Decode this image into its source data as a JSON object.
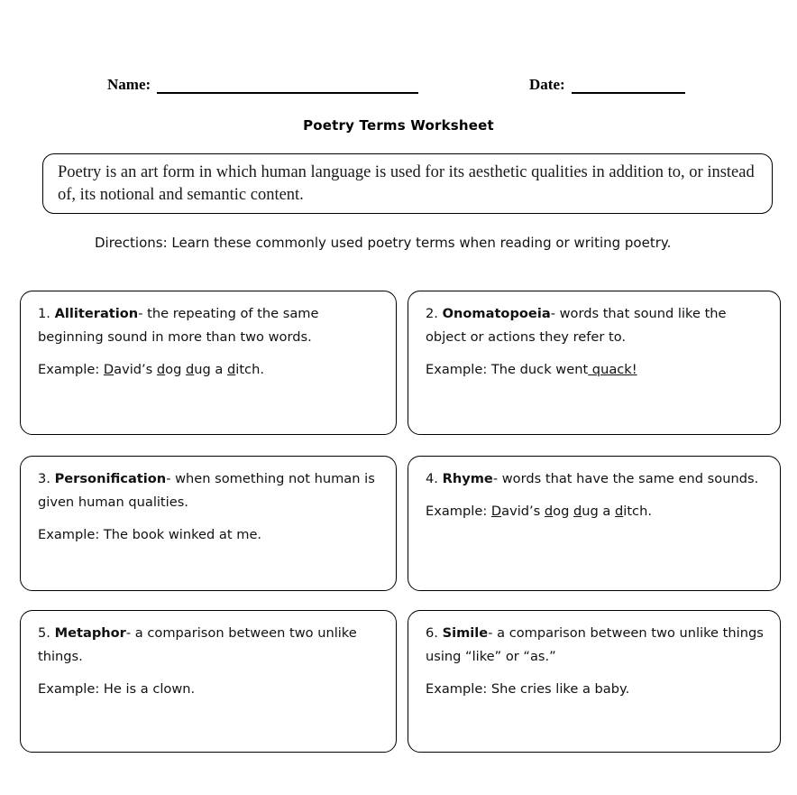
{
  "header": {
    "name_label": "Name:",
    "date_label": "Date:"
  },
  "title": "Poetry Terms Worksheet",
  "definition": "Poetry is an art form in which human language is used for its aesthetic qualities in addition to, or instead of, its notional and semantic content.",
  "directions": "Directions: Learn these commonly used poetry terms when reading or writing poetry.",
  "example_prefix": "Example: ",
  "terms": [
    {
      "number": "1.",
      "name": "Alliteration",
      "definition": "- the repeating of the same beginning sound in more than two words.",
      "example": "David’s dog dug a ditch.",
      "example_html": "<span class=\"u\">D</span>avid’s <span class=\"u\">d</span>og <span class=\"u\">d</span>ug a <span class=\"u\">d</span>itch."
    },
    {
      "number": "2.",
      "name": "Onomatopoeia",
      "definition": "- words that sound like the object or actions they refer to.",
      "example": "The duck went quack!",
      "example_html": "The duck went<span class=\"u\"> quack!</span>"
    },
    {
      "number": "3.",
      "name": "Personification",
      "definition": "- when something not human is given human qualities.",
      "example": "The book winked at me.",
      "example_html": "The book winked at me."
    },
    {
      "number": "4.",
      "name": "Rhyme",
      "definition": "- words that have the same end sounds.",
      "example": "David’s dog dug a ditch.",
      "example_html": "<span class=\"u\">D</span>avid’s <span class=\"u\">d</span>og <span class=\"u\">d</span>ug a <span class=\"u\">d</span>itch."
    },
    {
      "number": "5.",
      "name": "Metaphor",
      "definition": "- a comparison between two unlike things.",
      "example": "He is a clown.",
      "example_html": "He is a clown."
    },
    {
      "number": "6.",
      "name": "Simile",
      "definition": "- a comparison between two unlike things using “like” or “as.”",
      "example": "She cries like a baby.",
      "example_html": "She cries like a baby."
    }
  ]
}
